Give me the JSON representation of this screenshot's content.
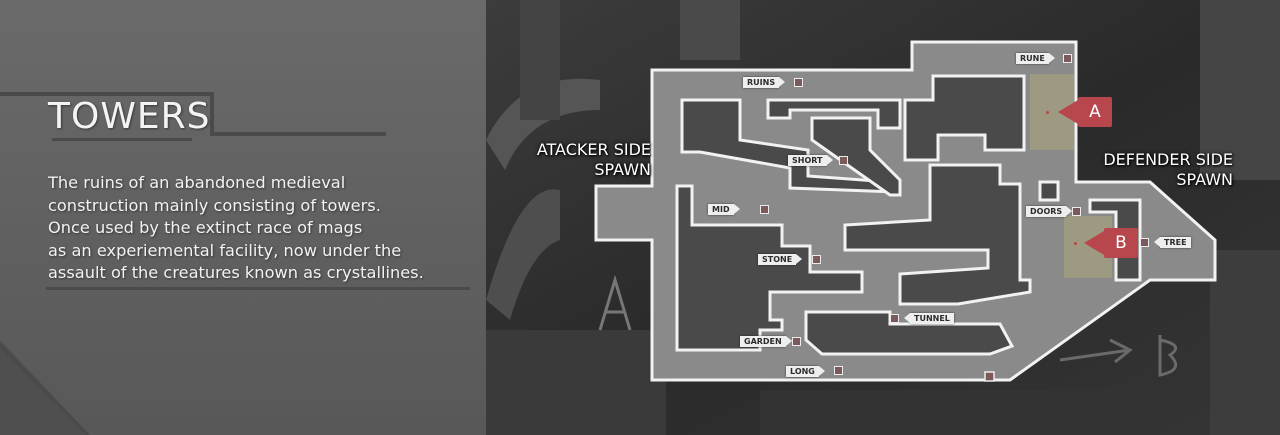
{
  "map": {
    "title": "TOWERS",
    "description_lines": [
      "The ruins of an abandoned medieval",
      "construction mainly consisting of towers.",
      "Once used by the extinct race of mags",
      "as an experiemental facility, now under the",
      "assault of the creatures known as crystallines."
    ]
  },
  "spawns": {
    "attacker": [
      "ATACKER SIDE",
      "SPAWN"
    ],
    "defender": [
      "DEFENDER SIDE",
      "SPAWN"
    ]
  },
  "sites": {
    "a": "A",
    "b": "B"
  },
  "callouts": {
    "rune": "RUNE",
    "ruins": "RUINS",
    "short": "SHORT",
    "mid": "MID",
    "doors": "DOORS",
    "tree": "TREE",
    "stone": "STONE",
    "tunnel": "TUNNEL",
    "garden": "GARDEN",
    "long": "LONG"
  },
  "colors": {
    "panel_background": "#636363",
    "floor": "#8a8a8a",
    "outline": "#f2f2f2",
    "site_zone": "#9e9a82",
    "site_badge": "#b8464d"
  }
}
